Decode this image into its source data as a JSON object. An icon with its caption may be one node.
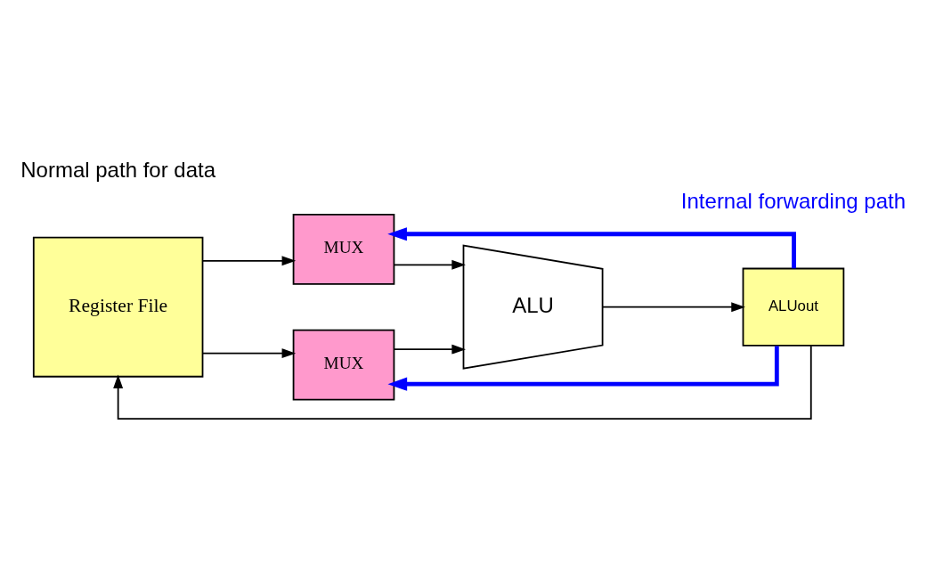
{
  "diagram": {
    "nodes": [
      {
        "text": [
          "Register File"
        ]
      },
      {
        "text": [
          "MUX"
        ]
      },
      {
        "text": [
          "MUX"
        ]
      },
      {
        "text": [
          "ALU"
        ]
      },
      {
        "text": [
          "ALUout"
        ]
      }
    ],
    "edges": [
      {
        "from": 0,
        "to": 1,
        "arrow": "to"
      },
      {
        "from": 0,
        "to": 2,
        "arrow": "to"
      },
      {
        "from": 1,
        "to": 3,
        "arrow": "to"
      },
      {
        "from": 2,
        "to": 3,
        "arrow": "to"
      },
      {
        "from": 3,
        "to": 4,
        "arrow": "to"
      },
      {
        "from": 4,
        "to": 0,
        "arrow": "to"
      },
      {
        "from": 4,
        "to": 1,
        "arrow": "to",
        "style": "thick",
        "color": "#0000ff"
      },
      {
        "from": 4,
        "to": 2,
        "arrow": "to",
        "style": "thick",
        "color": "#0000ff"
      }
    ],
    "labels": [
      "Normal path for data",
      "Internal forwarding path"
    ]
  }
}
